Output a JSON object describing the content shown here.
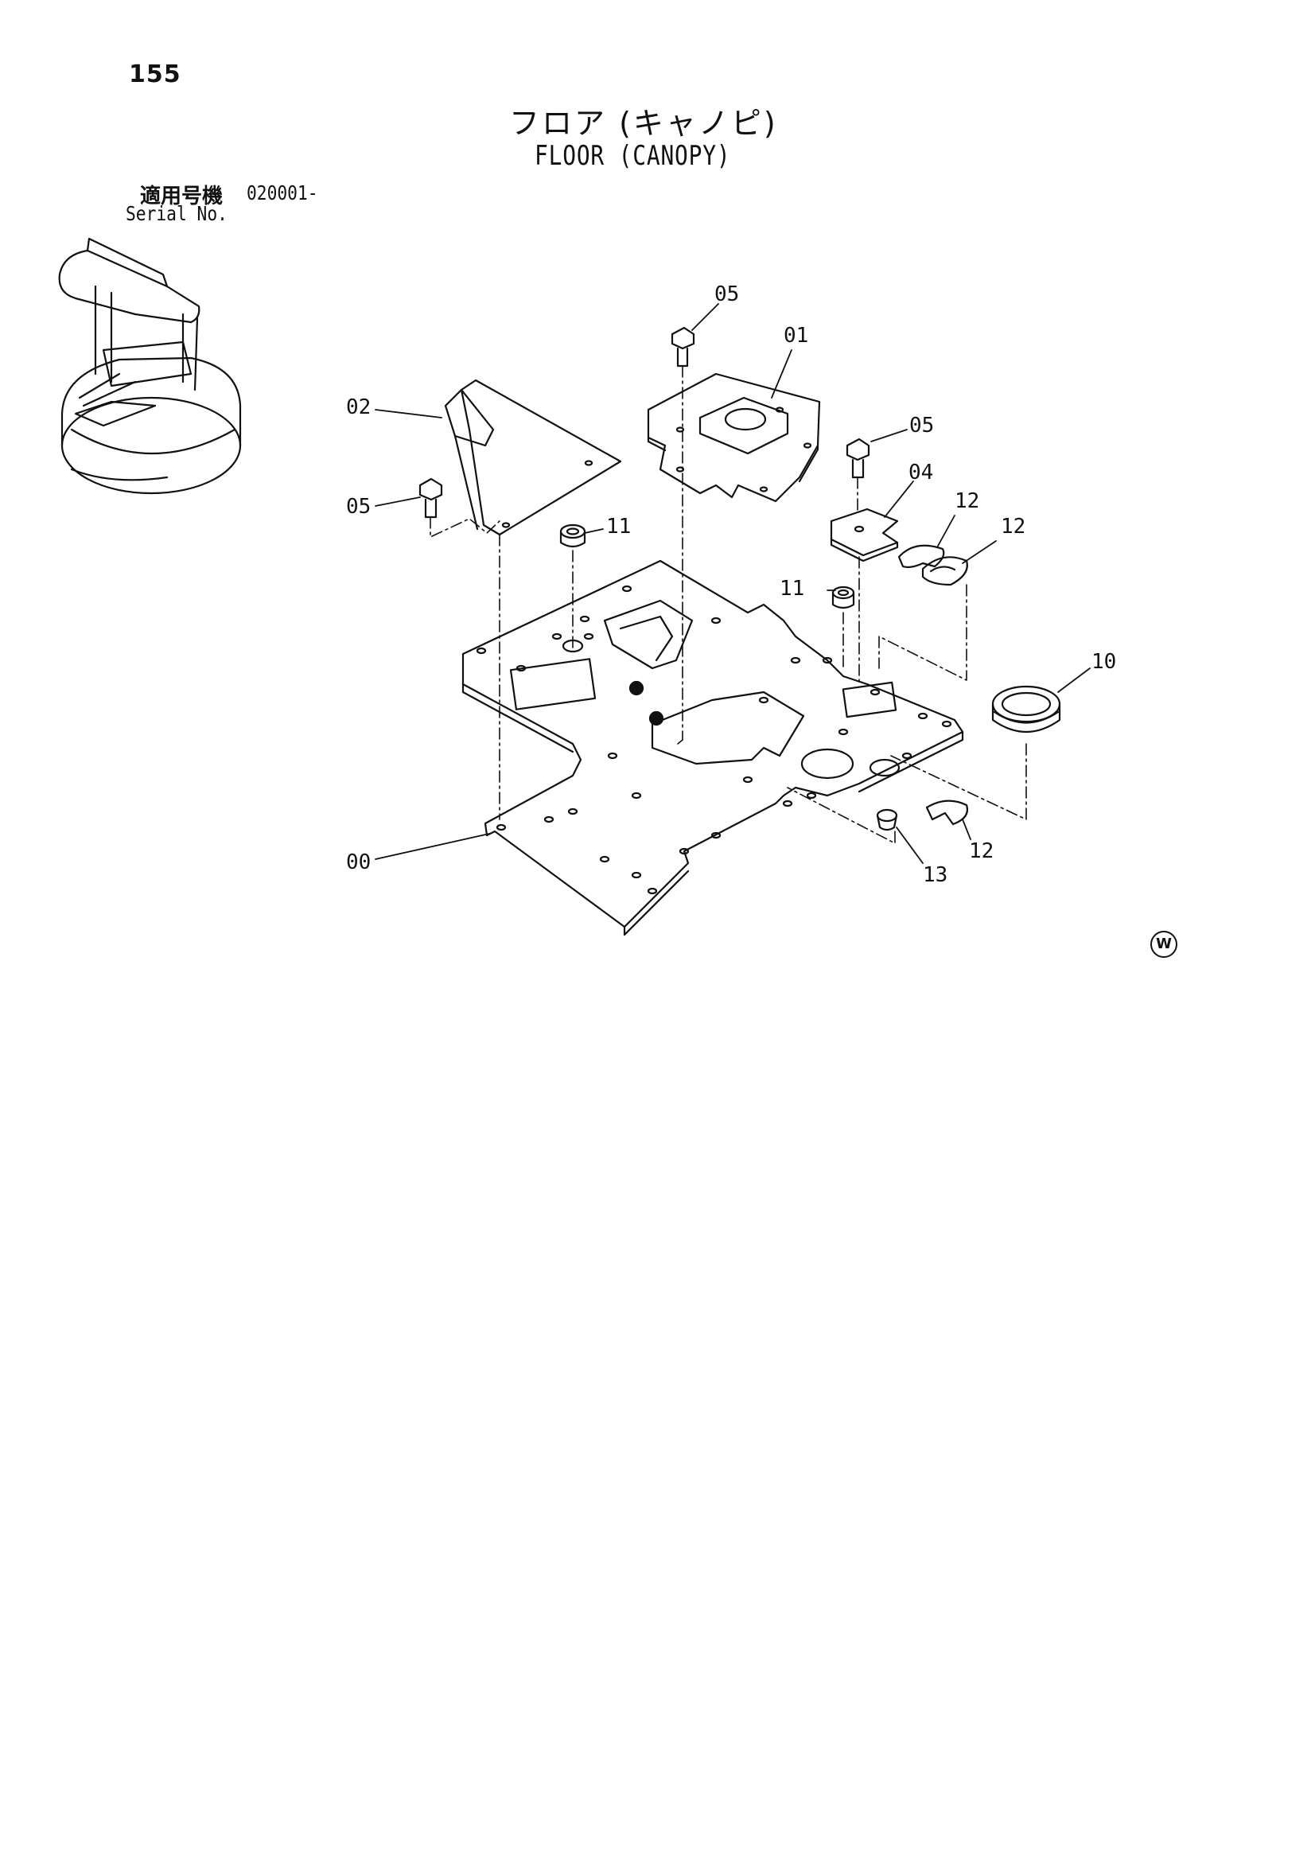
{
  "page_number": "155",
  "title_jp": "フロア (キャノピ)",
  "title_en": "FLOOR (CANOPY)",
  "serial": {
    "label_jp": "適用号機",
    "value": "020001-",
    "label_en": "Serial No."
  },
  "callouts": {
    "c05_top": "05",
    "c01": "01",
    "c02": "02",
    "c05_left": "05",
    "c05_right": "05",
    "c04": "04",
    "c12_a": "12",
    "c12_b": "12",
    "c11_left": "11",
    "c11_right": "11",
    "c10": "10",
    "c12_c": "12",
    "c13": "13",
    "c00": "00"
  },
  "watermark_symbol": "W"
}
